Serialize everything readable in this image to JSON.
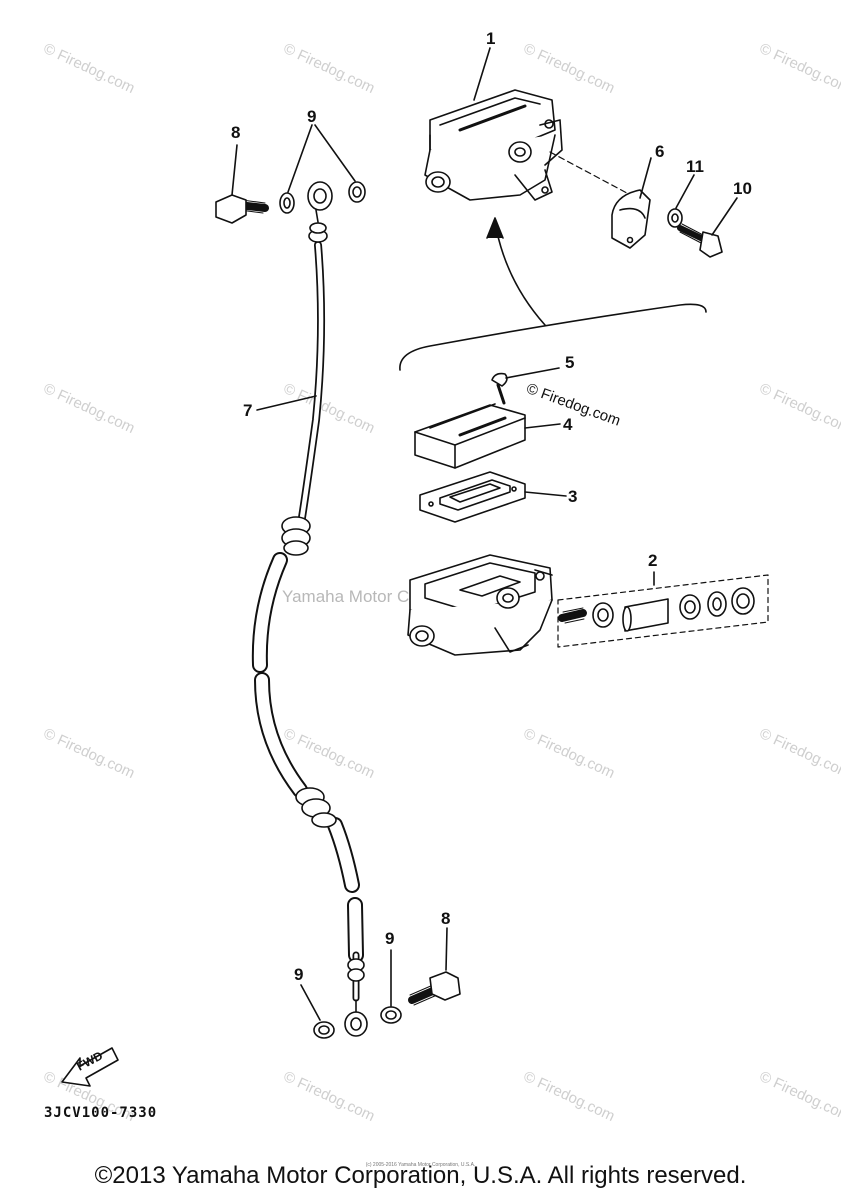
{
  "watermark": {
    "text": "© Firedog.com"
  },
  "center_watermark": "Yamaha Motor Corp., U.S.A.",
  "inline_watermark": "© Firedog.com",
  "callouts": {
    "p1": "1",
    "p2": "2",
    "p3": "3",
    "p4": "4",
    "p5": "5",
    "p6": "6",
    "p7": "7",
    "p8_top": "8",
    "p8_bottom": "8",
    "p9_top": "9",
    "p9_bottom_left": "9",
    "p9_bottom_right": "9",
    "p10": "10",
    "p11": "11"
  },
  "fwd_label": "FWD",
  "reference_code": "3JCV100-7330",
  "tiny_credit": "(c) 2005-2016 Yamaha Motor Corporation, U.S.A.",
  "copyright": "©2013 Yamaha Motor Corporation, U.S.A. All rights reserved."
}
